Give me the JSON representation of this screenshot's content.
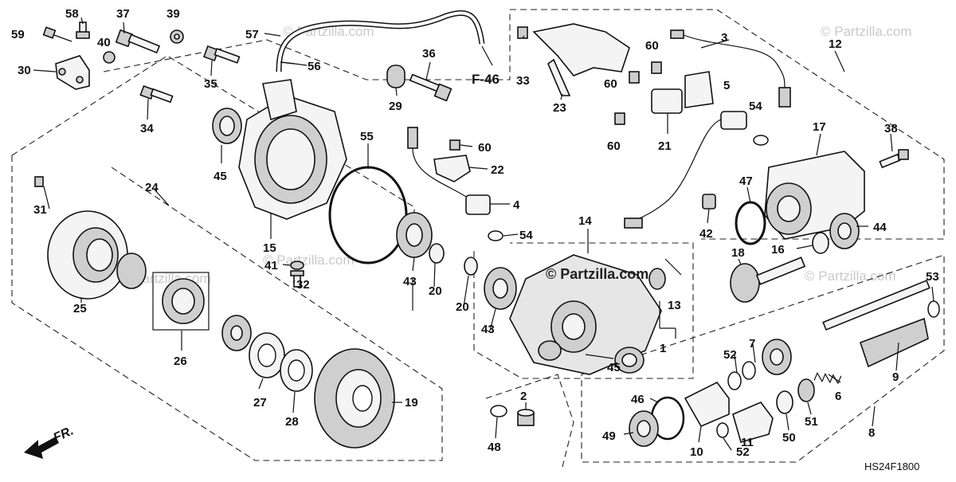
{
  "watermark": "© Partzilla.com",
  "center_watermark": "© Partzilla.com",
  "ref_label": "F-46",
  "front_label": "FR.",
  "diagram_code": "HS24F1800",
  "callouts": {
    "n1": "1",
    "n2": "2",
    "n3": "3",
    "n4": "4",
    "n5": "5",
    "n6": "6",
    "n7": "7",
    "n8": "8",
    "n9": "9",
    "n10": "10",
    "n11": "11",
    "n12": "12",
    "n13": "13",
    "n14": "14",
    "n15": "15",
    "n16": "16",
    "n17": "17",
    "n18": "18",
    "n19": "19",
    "n20a": "20",
    "n20b": "20",
    "n21": "21",
    "n22": "22",
    "n23": "23",
    "n24": "24",
    "n25": "25",
    "n26": "26",
    "n27": "27",
    "n28": "28",
    "n29": "29",
    "n30": "30",
    "n31": "31",
    "n32": "32",
    "n33": "33",
    "n34": "34",
    "n35": "35",
    "n36": "36",
    "n37": "37",
    "n38": "38",
    "n39": "39",
    "n40": "40",
    "n41": "41",
    "n42": "42",
    "n43a": "43",
    "n43b": "43",
    "n44": "44",
    "n45a": "45",
    "n45b": "45",
    "n46": "46",
    "n47": "47",
    "n48": "48",
    "n49": "49",
    "n50": "50",
    "n51": "51",
    "n52a": "52",
    "n52b": "52",
    "n53": "53",
    "n54a": "54",
    "n54b": "54",
    "n55": "55",
    "n56": "56",
    "n57": "57",
    "n58": "58",
    "n59": "59",
    "n60a": "60",
    "n60b": "60",
    "n60c": "60",
    "n60d": "60"
  }
}
